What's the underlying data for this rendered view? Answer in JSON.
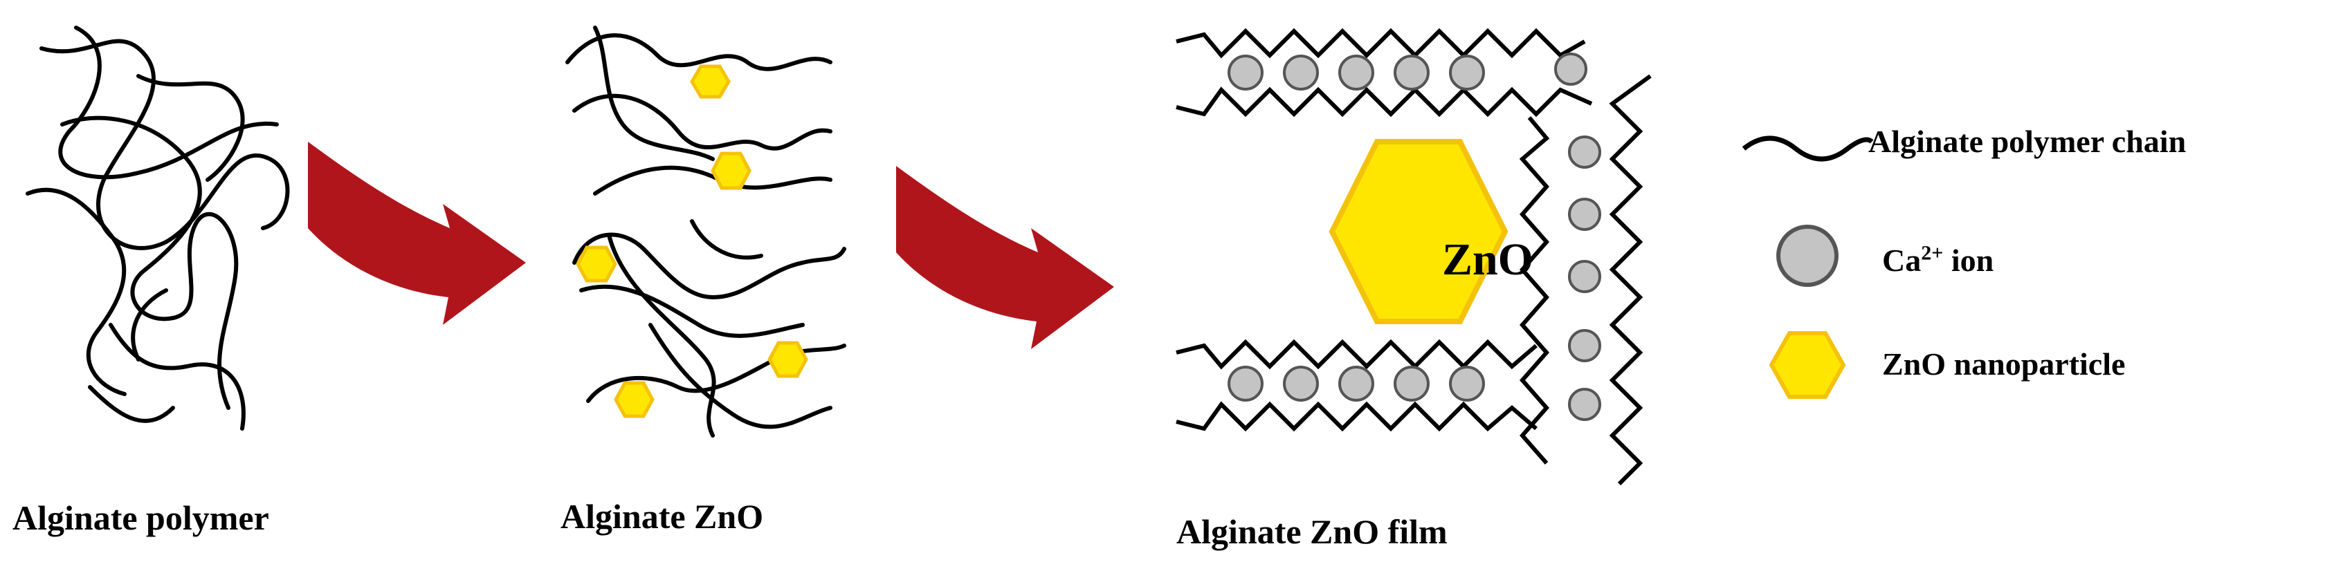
{
  "stages": [
    {
      "id": "polymer",
      "label": "Alginate polymer"
    },
    {
      "id": "alginate-zno",
      "label": "Alginate ZnO"
    },
    {
      "id": "film",
      "label": "Alginate ZnO film"
    }
  ],
  "film_particle_label": "ZnO",
  "legend": {
    "chain": "Alginate polymer chain",
    "ca_ion_base": "Ca",
    "ca_ion_sup": "2+",
    "ca_ion_suffix": " ion",
    "zno": "ZnO nanoparticle"
  },
  "colors": {
    "arrow": "#b0151c",
    "hexagon_fill": "#ffe600",
    "hexagon_stroke": "#f4c20d",
    "ion_fill": "#c4c4c4",
    "ion_stroke": "#555555",
    "chain": "#000000"
  },
  "icons": {
    "arrows": "curved-arrow",
    "ion": "circle",
    "nanoparticle": "hexagon"
  }
}
